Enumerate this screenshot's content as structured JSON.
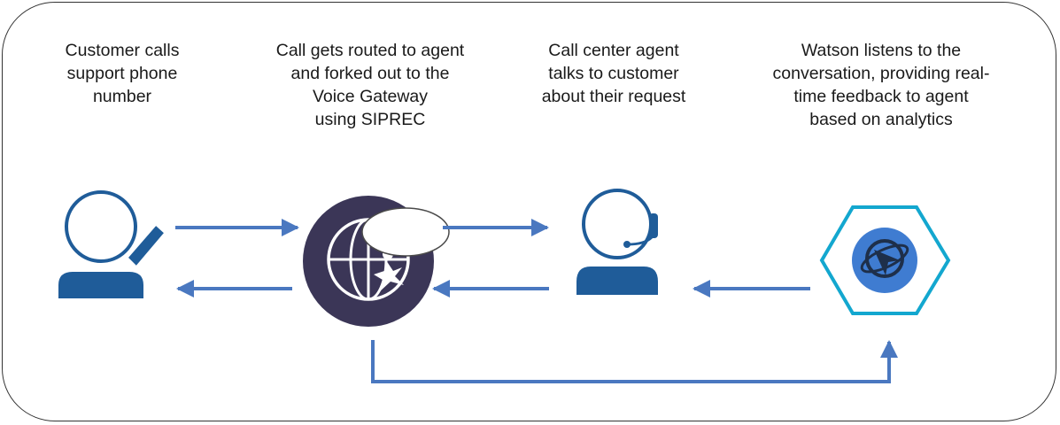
{
  "steps": [
    {
      "lines": [
        "Customer calls",
        "support phone",
        "number"
      ]
    },
    {
      "lines": [
        "Call gets routed to agent",
        "and forked out to the",
        "Voice Gateway",
        "using SIPREC"
      ]
    },
    {
      "lines": [
        "Call center agent",
        "talks to customer",
        "about their request"
      ]
    },
    {
      "lines": [
        "Watson listens to the",
        "conversation, providing real-",
        "time feedback to agent",
        "based on analytics"
      ]
    }
  ],
  "colors": {
    "person_blue": "#1f5c99",
    "arrow_blue": "#4a78c0",
    "gateway_purple": "#3b3657",
    "hexagon_cyan": "#13a7cf",
    "watson_blue": "#3f7cd1",
    "frame": "#333333"
  },
  "icons": {
    "customer": "person-with-phone-icon",
    "gateway": "voice-gateway-icon",
    "agent": "person-with-headset-icon",
    "watson": "watson-hexagon-icon"
  }
}
